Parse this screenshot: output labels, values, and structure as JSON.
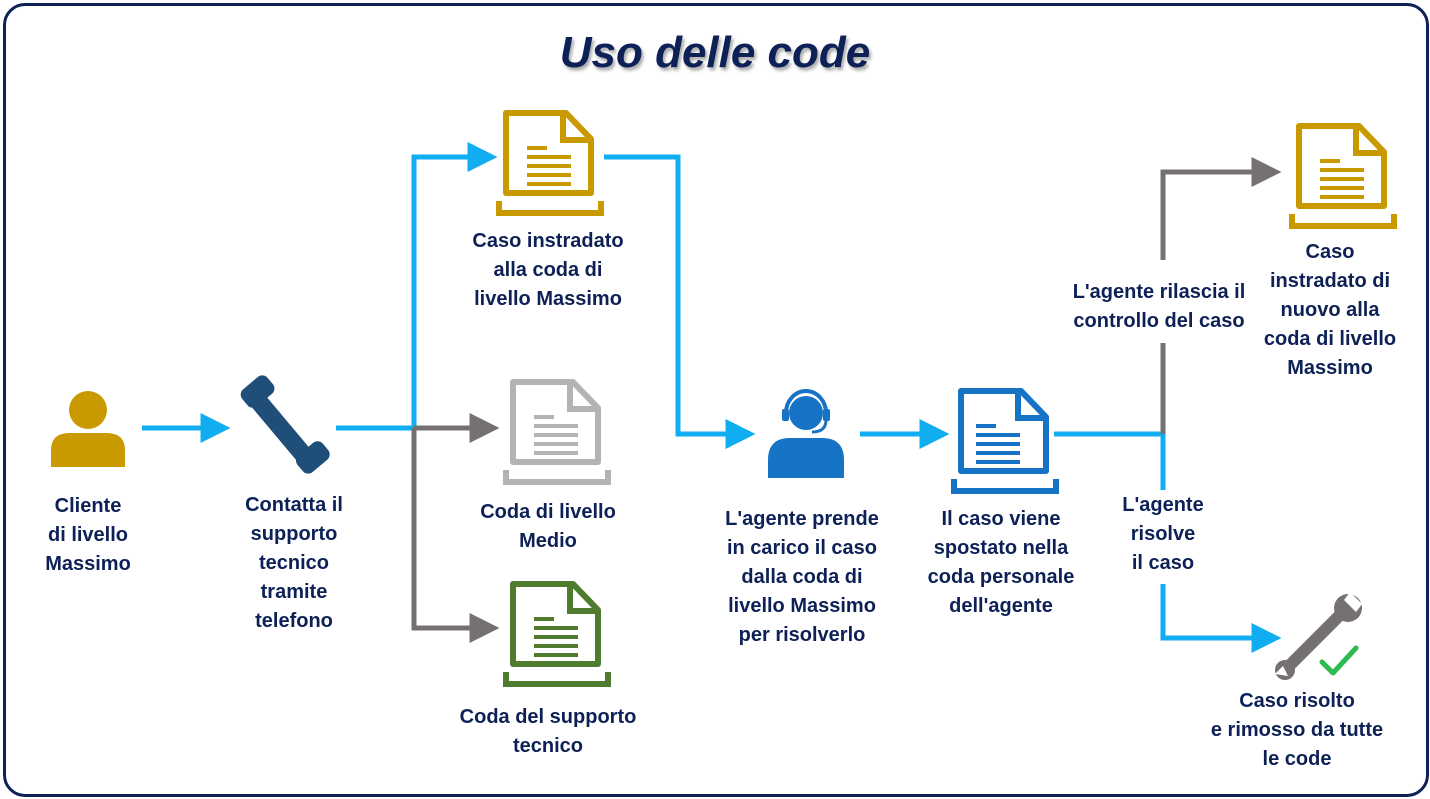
{
  "title": "Uso delle code",
  "colors": {
    "navy": "#0d2157",
    "blue_arrow": "#10aef0",
    "gray_arrow": "#767171",
    "gold": "#c89a00",
    "gray_doc": "#b3b3b3",
    "green_doc": "#4f7b2f",
    "agent_blue": "#1673c5",
    "phone": "#1f4e79",
    "check": "#2dba4e"
  },
  "nodes": {
    "customer": {
      "label": "Cliente\ndi livello\nMassimo",
      "icon": "person-icon"
    },
    "phone": {
      "label": "Contatta il\nsupporto\ntecnico\ntramite\ntelefono",
      "icon": "phone-icon"
    },
    "queue_max": {
      "label": "Caso instradato\nalla coda di\nlivello Massimo",
      "icon": "document-icon"
    },
    "queue_mid": {
      "label": "Coda di livello\nMedio",
      "icon": "document-icon"
    },
    "queue_support": {
      "label": "Coda del supporto\ntecnico",
      "icon": "document-icon"
    },
    "agent": {
      "label": "L'agente prende\nin carico il caso\ndalla coda di\nlivello Massimo\nper risolverlo",
      "icon": "agent-headset-icon"
    },
    "personal_queue": {
      "label": "Il caso viene\nspostato nella\ncoda personale\ndell'agente",
      "icon": "document-icon"
    },
    "rerouted": {
      "label": "Caso\ninstradato di\nnuovo alla\ncoda di livello\nMassimo",
      "icon": "document-icon"
    },
    "resolved": {
      "label": "Caso risolto\ne rimosso da tutte\nle code",
      "icon": "wrench-check-icon"
    }
  },
  "branch_labels": {
    "release": "L'agente rilascia il\ncontrollo del caso",
    "resolve": "L'agente\nrisolve\nil caso"
  }
}
